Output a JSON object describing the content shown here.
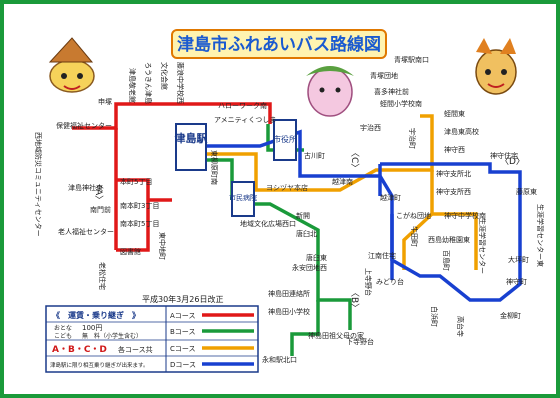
{
  "map": {
    "title": "津島市ふれあいバス路線図",
    "revision_date": "平成30年3月26日改正"
  },
  "hub": {
    "station": "津島駅",
    "city_hall": "市役所",
    "hospital": "市民病院",
    "store": "ヨシヅヤ本店"
  },
  "stops": {
    "left": [
      "申塚",
      "保健福祉センター",
      "津島神社東",
      "南門前",
      "老人福祉センター",
      "本町5丁目",
      "南本町3丁目",
      "南本町5丁目",
      "図書館",
      "西地域防災コミュニティセンター",
      "老松住宅",
      "東中地町"
    ],
    "top": [
      "津島敬老館",
      "ろうきん津島",
      "文化会館",
      "藤浪中学校西",
      "ハローワーク南",
      "アメニティくつしま",
      "東柳原町南",
      "古川町"
    ],
    "center": [
      "新開",
      "地域文化広場西口",
      "唐臼北",
      "唐臼東",
      "永安団地西",
      "神島田連絡所",
      "神島田小学校",
      "上寺野台",
      "下寺野台",
      "神島田祖父母の家",
      "永和駅北口"
    ],
    "right": [
      "青塚駅南口",
      "青塚団地",
      "喜多神社前",
      "蛭間小学校南",
      "蛭間東",
      "津島東高校",
      "神守西",
      "宇治町",
      "宇治西",
      "越津南",
      "越津町",
      "神守支所北",
      "神守支所西",
      "神守中学校南",
      "こがね団地",
      "西島幼稚園東",
      "牛田町",
      "江南住宅",
      "みどり台",
      "百島町",
      "白浜町",
      "高台寺",
      "生涯学習センター",
      "神守住宅",
      "藤原東",
      "生涯学習センター東",
      "大坪町",
      "金柳町",
      "神守町"
    ]
  },
  "course_labels": {
    "A": "〈A〉",
    "B": "〈B〉",
    "C": "〈C〉",
    "D": "〈D〉"
  },
  "legend": {
    "title": "《　運賃・乗り継ぎ　》",
    "fare_row1_label": "おとな",
    "fare_row1_value": "100円",
    "fare_row2_label": "こども",
    "fare_row2_value": "無　料（小学生含む）",
    "all_courses_letters": "A・B・C・D",
    "all_courses_text": "各コース共",
    "transfer_note": "津島駅に限り相互乗り継ぎが出来ます。",
    "courses": [
      {
        "label": "Aコース",
        "color": "#e01818"
      },
      {
        "label": "Bコース",
        "color": "#1a9a3a"
      },
      {
        "label": "Cコース",
        "color": "#f0a000"
      },
      {
        "label": "Dコース",
        "color": "#1840d0"
      }
    ]
  },
  "colors": {
    "border": "#1a9a3a",
    "title_bg": "#fff3b0",
    "title_border": "#e07800",
    "course_A": "#e01818",
    "course_B": "#1a9a3a",
    "course_C": "#f0a000",
    "course_D": "#1840d0"
  }
}
